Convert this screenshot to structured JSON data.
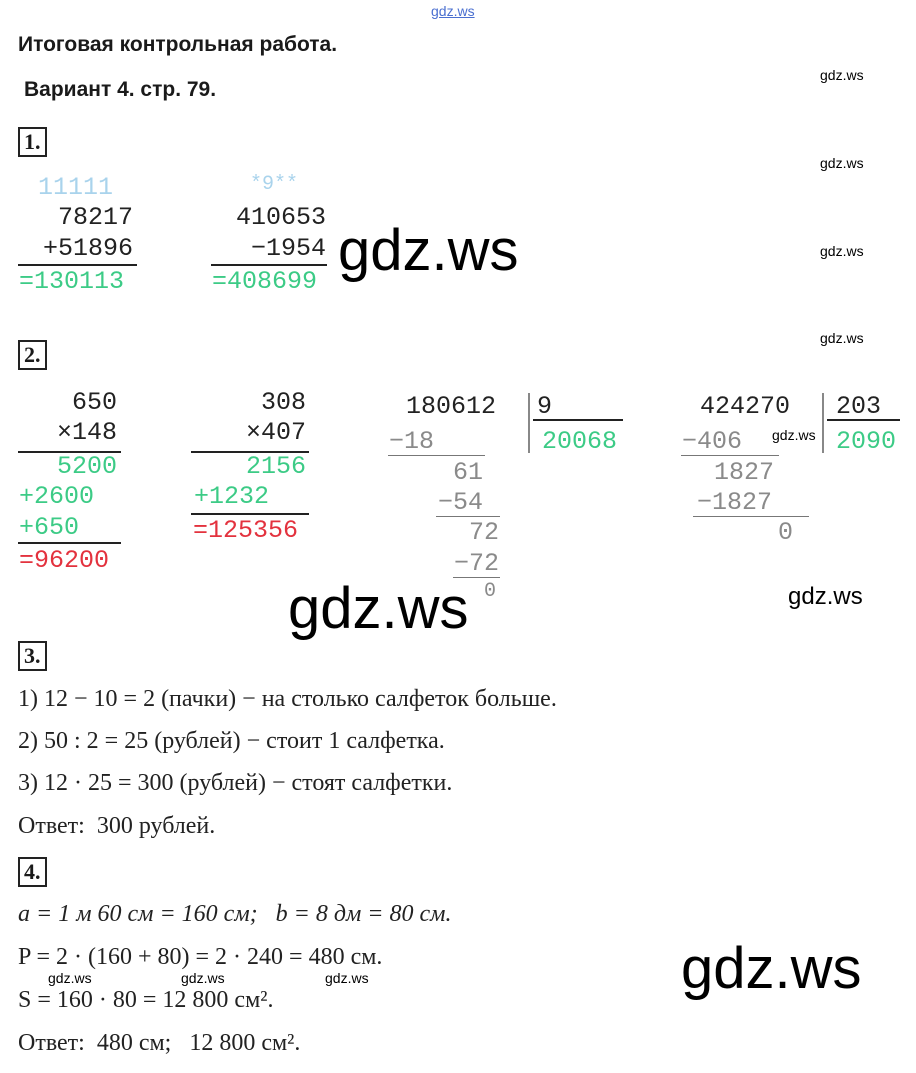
{
  "header": {
    "title": "Итоговая контрольная работа.",
    "variant": "Вариант 4. стр. 79."
  },
  "watermark": "gdz.ws",
  "colors": {
    "answer_green": "#3ccb86",
    "answer_red": "#e3323e",
    "carry_blue": "#a9d3ec"
  },
  "task1": {
    "label": "1.",
    "add": {
      "carry": "11111",
      "a": "78217",
      "b": "+51896",
      "result": "=130113"
    },
    "sub": {
      "carry": "*9**",
      "a": "410653",
      "b": "−1954",
      "result": "=408699"
    }
  },
  "task2": {
    "label": "2.",
    "mul1": {
      "a": "650",
      "b": "×148",
      "p1": "5200",
      "p2": "+2600",
      "p3": "+650",
      "result": "=96200"
    },
    "mul2": {
      "a": "308",
      "b": "×407",
      "p1": "2156",
      "p2": "+1232",
      "result": "=125356"
    },
    "div1": {
      "dividend": "180612",
      "divisor": "9",
      "quotient": "20068",
      "steps": [
        "−18",
        "61",
        "−54",
        "72",
        "−72",
        "0"
      ]
    },
    "div2": {
      "dividend": "424270",
      "divisor": "203",
      "quotient": "2090",
      "steps": [
        "−406",
        "1827",
        "−1827",
        "0"
      ]
    }
  },
  "task3": {
    "label": "3.",
    "lines": [
      "1) 12 − 10 = 2 (пачки) − на столько салфеток больше.",
      "2) 50 : 2 = 25 (рублей) − стоит 1 салфетка.",
      "3) 12 · 25 = 300 (рублей) − стоят салфетки.",
      "Ответ:  300 рублей."
    ]
  },
  "task4": {
    "label": "4.",
    "lines": [
      "a = 1 м 60 см = 160 см;   b = 8 дм = 80 см.",
      "P = 2 · (160 + 80) = 2 · 240 = 480 см.",
      "S = 160 · 80 = 12 800 см².",
      "Ответ:  480 см;   12 800 см²."
    ]
  }
}
